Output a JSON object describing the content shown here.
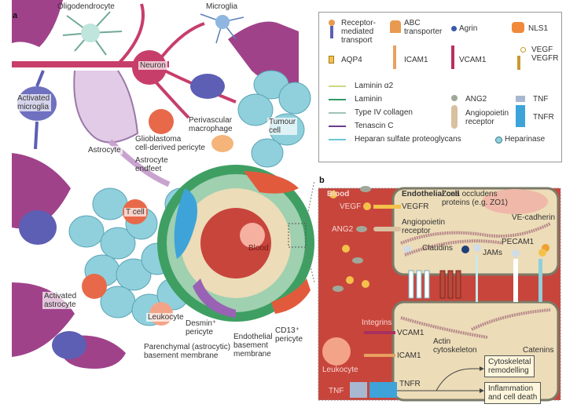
{
  "panel_a": {
    "letter": "a",
    "labels": {
      "oligodendrocyte": "Oligodendrocyte",
      "microglia": "Microglia",
      "neuron": "Neuron",
      "activated_microglia": "Activated\nmicroglia",
      "astrocyte": "Astrocyte",
      "perivascular_macrophage": "Perivascular\nmacrophage",
      "tumour_cell": "Tumour\ncell",
      "glioblastoma_pericyte": "Glioblastoma\ncell-derived pericyte",
      "astrocyte_endfeet": "Astrocyte\nendfeet",
      "t_cell": "T cell",
      "blood": "Blood",
      "activated_astrocyte": "Activated\nastrocyte",
      "leukocyte": "Leukocyte",
      "desmin_pericyte": "Desmin⁺\npericyte",
      "parenchymal_membrane": "Parenchymal (astrocytic)\nbasement membrane",
      "endothelial_membrane": "Endothelial\nbasement\nmembrane",
      "cd13_pericyte": "CD13⁺\npericyte"
    }
  },
  "legend": {
    "items": [
      {
        "label": "Receptor-\nmediated\ntransport",
        "icon": "receptor-mediated-transport-icon"
      },
      {
        "label": "ABC\ntransporter",
        "icon": "abc-transporter-icon"
      },
      {
        "label": "Agrin",
        "icon": "agrin-icon"
      },
      {
        "label": "NLS1",
        "icon": "nls1-icon"
      },
      {
        "label": "AQP4",
        "icon": "aqp4-icon"
      },
      {
        "label": "ICAM1",
        "icon": "icam1-icon"
      },
      {
        "label": "VCAM1",
        "icon": "vcam1-icon"
      },
      {
        "label": "VEGF",
        "icon": "vegf-icon"
      },
      {
        "label": "VEGFR",
        "icon": "vegfr-icon"
      },
      {
        "label": "Laminin α2",
        "icon": "laminin-a2-line-icon",
        "color": "#c8d98a"
      },
      {
        "label": "Laminin",
        "icon": "laminin-line-icon",
        "color": "#2f9a6a"
      },
      {
        "label": "Type IV collagen",
        "icon": "collagen-line-icon",
        "color": "#9fc4b4"
      },
      {
        "label": "Tenascin C",
        "icon": "tenascin-line-icon",
        "color": "#6a3d8a"
      },
      {
        "label": "Heparan sulfate proteoglycans",
        "icon": "hspg-line-icon",
        "color": "#6cc6d6"
      },
      {
        "label": "ANG2",
        "icon": "ang2-icon"
      },
      {
        "label": "Angiopoietin\nreceptor",
        "icon": "angiopoietin-receptor-icon"
      },
      {
        "label": "TNF",
        "icon": "tnf-icon"
      },
      {
        "label": "TNFR",
        "icon": "tnfr-icon"
      },
      {
        "label": "Heparinase",
        "icon": "heparinase-icon"
      }
    ]
  },
  "panel_b": {
    "letter": "b",
    "labels": {
      "blood": "Blood",
      "endothelial_cell": "Endothelial cell",
      "vegf": "VEGF",
      "vegfr": "VEGFR",
      "ang2": "ANG2",
      "angiopoietin_receptor": "Angiopoietin\nreceptor",
      "zona_occludens": "Zona occludens\nproteins (e.g. ZO1)",
      "ve_cadherin": "VE-cadherin",
      "pecam1": "PECAM1",
      "claudins": "Claudins",
      "jams": "JAMs",
      "integrins": "Integrins",
      "vcam1": "VCAM1",
      "icam1": "ICAM1",
      "actin": "Actin\ncytoskeleton",
      "catenins": "Catenins",
      "leukocyte": "Leukocyte",
      "tnf": "TNF",
      "tnfr": "TNFR",
      "cytoskeletal_remodelling": "Cytoskeletal\nremodelling",
      "inflammation": "Inflammation\nand cell death"
    }
  },
  "colors": {
    "blood_red": "#c8453c",
    "endothelial_tan": "#ecdcb8",
    "tumour_blue": "#8fd0dc",
    "neuron_pink": "#c73e6a",
    "astrocyte_lilac": "#c9a3cf",
    "microglia_blue": "#5d5fb4",
    "vessel_green": "#3f9f63"
  }
}
